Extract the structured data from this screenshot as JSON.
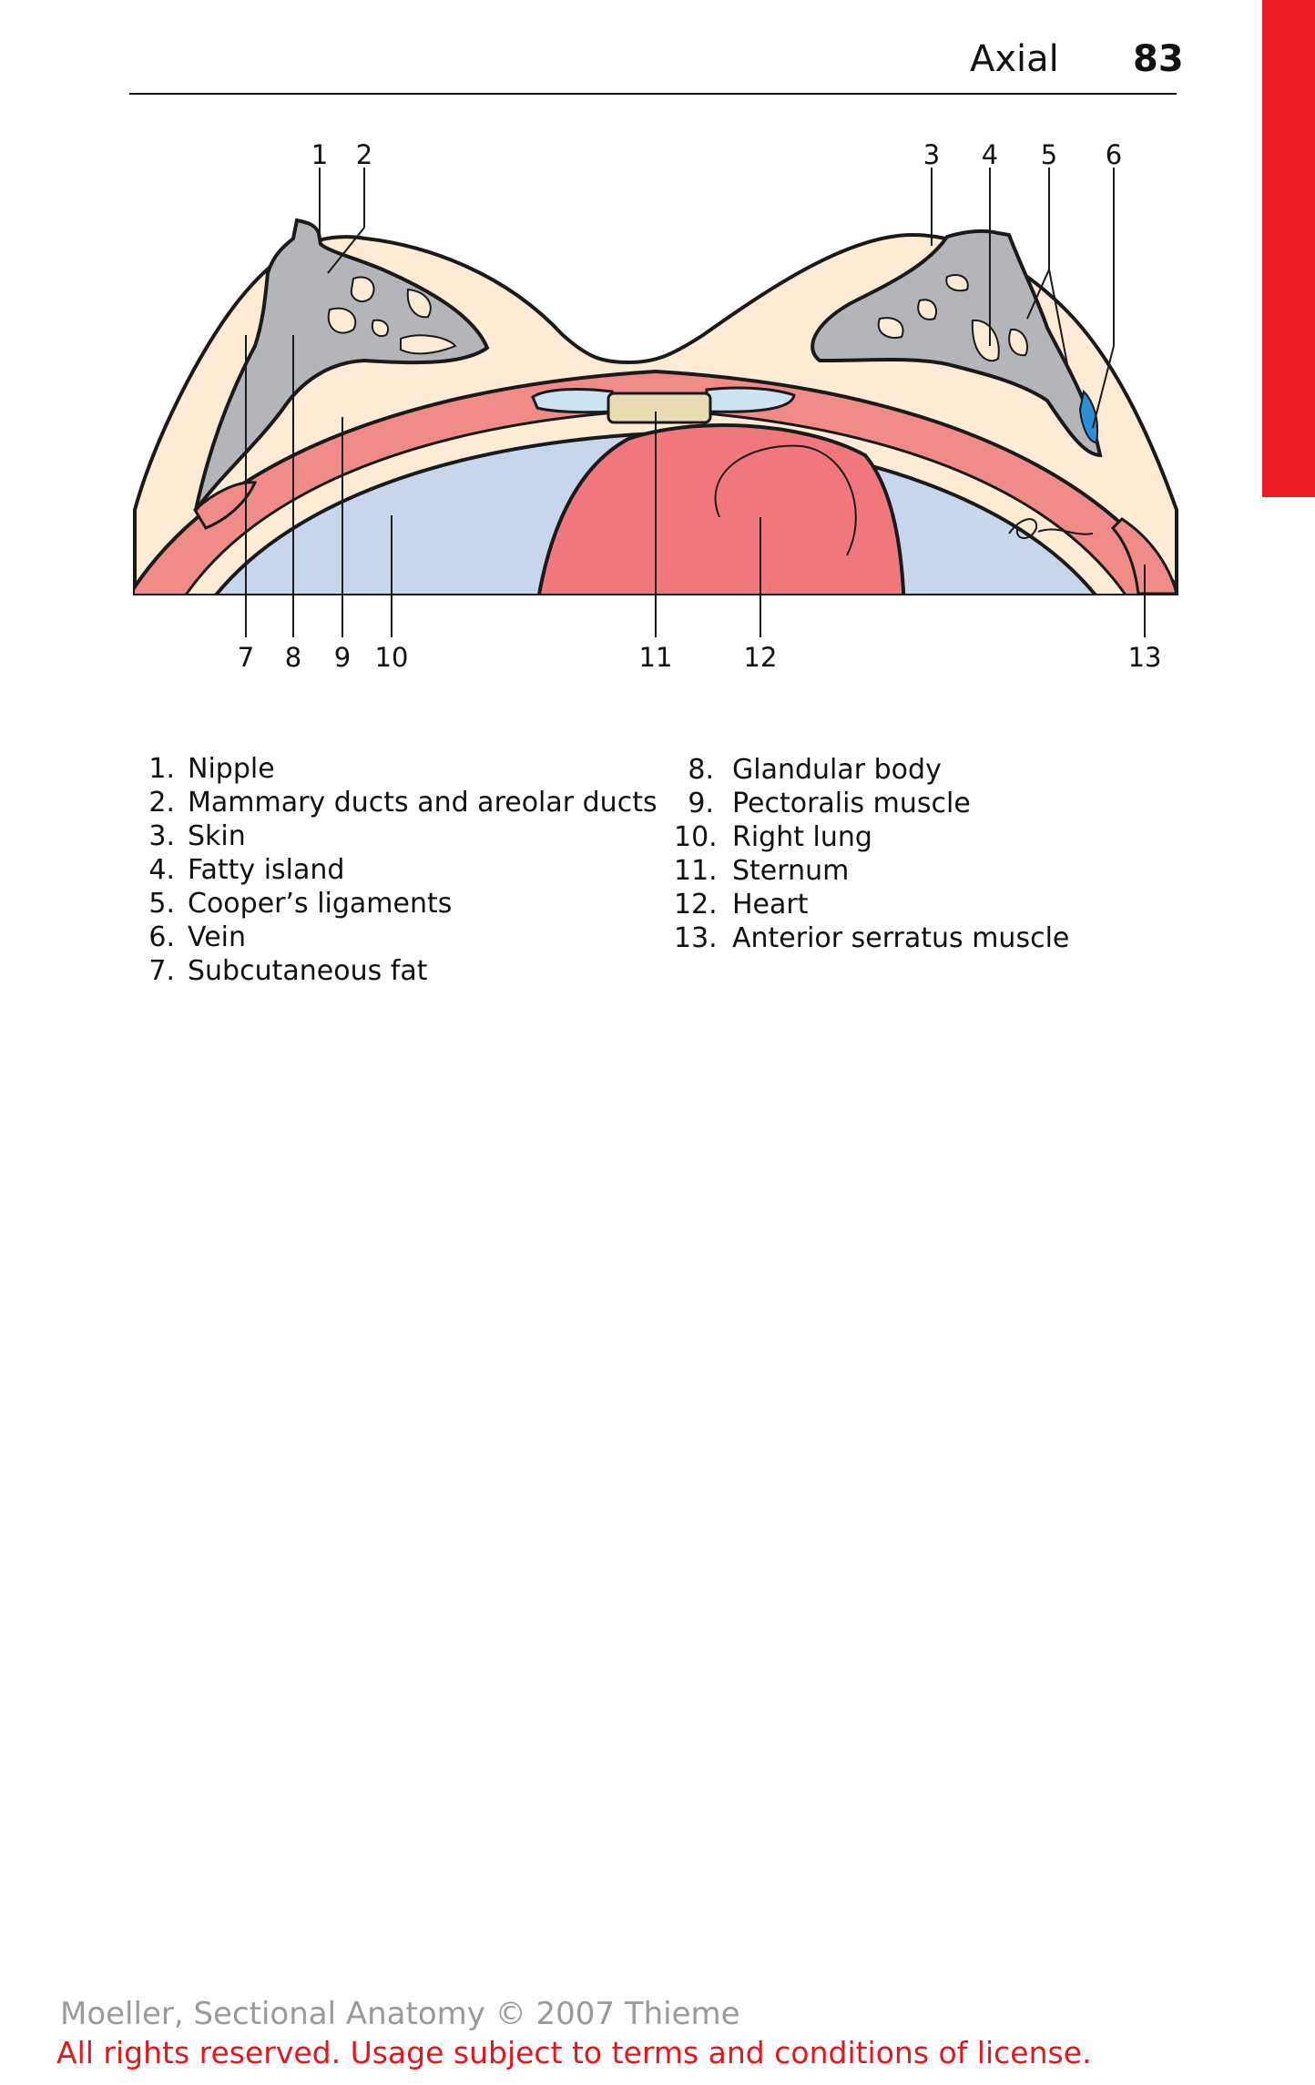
{
  "header": {
    "section_title": "Axial",
    "page_number": "83"
  },
  "figure": {
    "callouts_top": [
      "1",
      "2",
      "3",
      "4",
      "5",
      "6"
    ],
    "callouts_bottom": [
      "7",
      "8",
      "9",
      "10",
      "11",
      "12",
      "13"
    ],
    "colors": {
      "skin_fat": "#fdebd6",
      "gland": "#b4b5b9",
      "muscle": "#ef8c88",
      "lung": "#c8d6ec",
      "heart": "#f0787c",
      "sternum": "#e9dcb4",
      "cartilage": "#cde3f2",
      "vein": "#2a8fd8"
    }
  },
  "legend": {
    "left": [
      {
        "num": "1.",
        "label": "Nipple"
      },
      {
        "num": "2.",
        "label": "Mammary ducts and areolar ducts"
      },
      {
        "num": "3.",
        "label": "Skin"
      },
      {
        "num": "4.",
        "label": "Fatty island"
      },
      {
        "num": "5.",
        "label": "Cooper’s ligaments"
      },
      {
        "num": "6.",
        "label": "Vein"
      },
      {
        "num": "7.",
        "label": "Subcutaneous fat"
      }
    ],
    "right": [
      {
        "num": "8.",
        "label": "Glandular body"
      },
      {
        "num": "9.",
        "label": "Pectoralis muscle"
      },
      {
        "num": "10.",
        "label": "Right lung"
      },
      {
        "num": "11.",
        "label": "Sternum"
      },
      {
        "num": "12.",
        "label": "Heart"
      },
      {
        "num": "13.",
        "label": "Anterior serratus muscle"
      }
    ]
  },
  "footer": {
    "copyright": "Moeller, Sectional Anatomy © 2007 Thieme",
    "license": "All rights reserved. Usage subject to terms and conditions of license."
  }
}
